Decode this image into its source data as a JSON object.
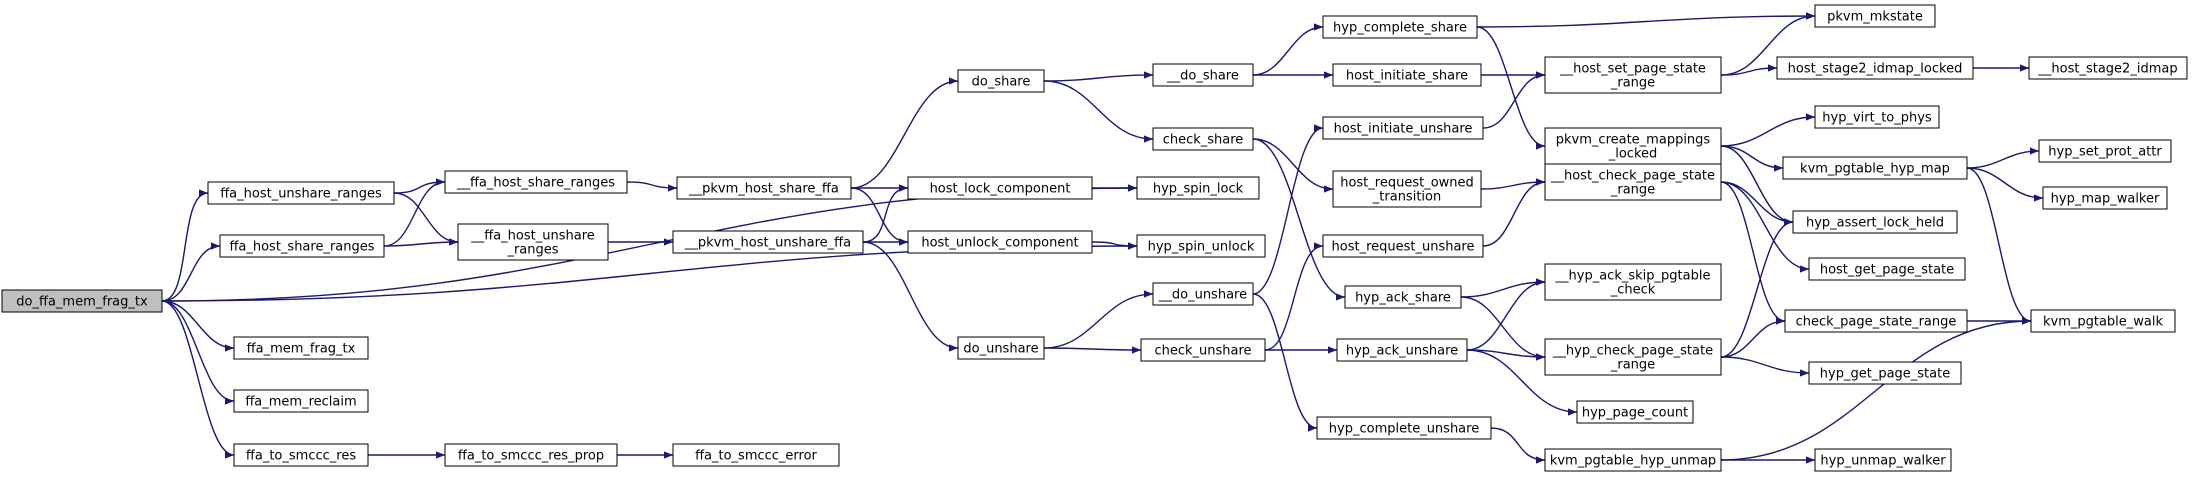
{
  "colors": {
    "edge": "#191970",
    "node_border": "#000000",
    "node_fill": "#ffffff",
    "root_fill": "#bfbfbf",
    "truncated_border": "#ff0000"
  },
  "nodes": [
    {
      "id": "root",
      "lines": [
        "do_ffa_mem_frag_tx"
      ],
      "style": "root"
    },
    {
      "id": "ffa_host_unshare_ranges",
      "lines": [
        "ffa_host_unshare_ranges"
      ]
    },
    {
      "id": "ffa_host_share_ranges",
      "lines": [
        "ffa_host_share_ranges"
      ]
    },
    {
      "id": "ffa_mem_frag_tx",
      "lines": [
        "ffa_mem_frag_tx"
      ]
    },
    {
      "id": "ffa_mem_reclaim",
      "lines": [
        "ffa_mem_reclaim"
      ]
    },
    {
      "id": "ffa_to_smccc_res",
      "lines": [
        "ffa_to_smccc_res"
      ]
    },
    {
      "id": "__ffa_host_share_ranges",
      "lines": [
        "__ffa_host_share_ranges"
      ]
    },
    {
      "id": "__ffa_host_unshare_ranges",
      "lines": [
        "__ffa_host_unshare",
        "_ranges"
      ]
    },
    {
      "id": "ffa_to_smccc_res_prop",
      "lines": [
        "ffa_to_smccc_res_prop"
      ]
    },
    {
      "id": "ffa_to_smccc_error",
      "lines": [
        "ffa_to_smccc_error"
      ]
    },
    {
      "id": "__pkvm_host_share_ffa",
      "lines": [
        "__pkvm_host_share_ffa"
      ]
    },
    {
      "id": "__pkvm_host_unshare_ffa",
      "lines": [
        "__pkvm_host_unshare_ffa"
      ]
    },
    {
      "id": "do_share",
      "lines": [
        "do_share"
      ]
    },
    {
      "id": "host_lock_component",
      "lines": [
        "host_lock_component"
      ]
    },
    {
      "id": "host_unlock_component",
      "lines": [
        "host_unlock_component"
      ]
    },
    {
      "id": "do_unshare",
      "lines": [
        "do_unshare"
      ]
    },
    {
      "id": "__do_share",
      "lines": [
        "__do_share"
      ]
    },
    {
      "id": "check_share",
      "lines": [
        "check_share"
      ]
    },
    {
      "id": "hyp_spin_lock",
      "lines": [
        "hyp_spin_lock"
      ]
    },
    {
      "id": "hyp_spin_unlock",
      "lines": [
        "hyp_spin_unlock"
      ]
    },
    {
      "id": "__do_unshare",
      "lines": [
        "__do_unshare"
      ]
    },
    {
      "id": "check_unshare",
      "lines": [
        "check_unshare"
      ]
    },
    {
      "id": "hyp_complete_share",
      "lines": [
        "hyp_complete_share"
      ]
    },
    {
      "id": "host_initiate_share",
      "lines": [
        "host_initiate_share"
      ]
    },
    {
      "id": "host_initiate_unshare",
      "lines": [
        "host_initiate_unshare"
      ]
    },
    {
      "id": "host_request_owned_transition",
      "lines": [
        "host_request_owned",
        "_transition"
      ]
    },
    {
      "id": "host_request_unshare",
      "lines": [
        "host_request_unshare"
      ]
    },
    {
      "id": "hyp_ack_share",
      "lines": [
        "hyp_ack_share"
      ]
    },
    {
      "id": "hyp_ack_unshare",
      "lines": [
        "hyp_ack_unshare"
      ]
    },
    {
      "id": "hyp_complete_unshare",
      "lines": [
        "hyp_complete_unshare"
      ]
    },
    {
      "id": "__host_set_page_state_range",
      "lines": [
        "__host_set_page_state",
        "_range"
      ]
    },
    {
      "id": "pkvm_create_mappings_locked",
      "lines": [
        "pkvm_create_mappings",
        "_locked"
      ]
    },
    {
      "id": "__host_check_page_state_range",
      "lines": [
        "__host_check_page_state",
        "_range"
      ]
    },
    {
      "id": "__hyp_ack_skip_pgtable_check",
      "lines": [
        "__hyp_ack_skip_pgtable",
        "_check"
      ]
    },
    {
      "id": "__hyp_check_page_state_range",
      "lines": [
        "__hyp_check_page_state",
        "_range"
      ]
    },
    {
      "id": "hyp_page_count",
      "lines": [
        "hyp_page_count"
      ]
    },
    {
      "id": "kvm_pgtable_hyp_unmap",
      "lines": [
        "kvm_pgtable_hyp_unmap"
      ]
    },
    {
      "id": "pkvm_mkstate",
      "lines": [
        "pkvm_mkstate"
      ]
    },
    {
      "id": "host_stage2_idmap_locked",
      "lines": [
        "host_stage2_idmap_locked"
      ]
    },
    {
      "id": "hyp_virt_to_phys",
      "lines": [
        "hyp_virt_to_phys"
      ]
    },
    {
      "id": "kvm_pgtable_hyp_map",
      "lines": [
        "kvm_pgtable_hyp_map"
      ]
    },
    {
      "id": "hyp_assert_lock_held",
      "lines": [
        "hyp_assert_lock_held"
      ]
    },
    {
      "id": "host_get_page_state",
      "lines": [
        "host_get_page_state"
      ]
    },
    {
      "id": "check_page_state_range",
      "lines": [
        "check_page_state_range"
      ],
      "style": "truncated"
    },
    {
      "id": "hyp_get_page_state",
      "lines": [
        "hyp_get_page_state"
      ]
    },
    {
      "id": "hyp_unmap_walker",
      "lines": [
        "hyp_unmap_walker"
      ],
      "style": "truncated"
    },
    {
      "id": "__host_stage2_idmap",
      "lines": [
        "__host_stage2_idmap"
      ],
      "style": "truncated"
    },
    {
      "id": "hyp_set_prot_attr",
      "lines": [
        "hyp_set_prot_attr"
      ]
    },
    {
      "id": "hyp_map_walker",
      "lines": [
        "hyp_map_walker"
      ],
      "style": "truncated"
    },
    {
      "id": "kvm_pgtable_walk",
      "lines": [
        "kvm_pgtable_walk"
      ],
      "style": "truncated"
    }
  ],
  "edges": [
    [
      "root",
      "ffa_host_unshare_ranges"
    ],
    [
      "root",
      "ffa_host_share_ranges"
    ],
    [
      "root",
      "ffa_mem_frag_tx"
    ],
    [
      "root",
      "ffa_mem_reclaim"
    ],
    [
      "root",
      "ffa_to_smccc_res"
    ],
    [
      "root",
      "hyp_spin_lock"
    ],
    [
      "root",
      "hyp_spin_unlock"
    ],
    [
      "ffa_host_unshare_ranges",
      "__ffa_host_share_ranges"
    ],
    [
      "ffa_host_unshare_ranges",
      "__ffa_host_unshare_ranges"
    ],
    [
      "ffa_host_share_ranges",
      "__ffa_host_share_ranges"
    ],
    [
      "ffa_host_share_ranges",
      "__ffa_host_unshare_ranges"
    ],
    [
      "ffa_to_smccc_res",
      "ffa_to_smccc_res_prop"
    ],
    [
      "ffa_to_smccc_res_prop",
      "ffa_to_smccc_error"
    ],
    [
      "__ffa_host_share_ranges",
      "__pkvm_host_share_ffa"
    ],
    [
      "__ffa_host_unshare_ranges",
      "__pkvm_host_unshare_ffa"
    ],
    [
      "__pkvm_host_share_ffa",
      "do_share"
    ],
    [
      "__pkvm_host_share_ffa",
      "host_lock_component"
    ],
    [
      "__pkvm_host_share_ffa",
      "host_unlock_component"
    ],
    [
      "__pkvm_host_unshare_ffa",
      "host_lock_component"
    ],
    [
      "__pkvm_host_unshare_ffa",
      "host_unlock_component"
    ],
    [
      "__pkvm_host_unshare_ffa",
      "do_unshare"
    ],
    [
      "host_lock_component",
      "hyp_spin_lock"
    ],
    [
      "host_unlock_component",
      "hyp_spin_unlock"
    ],
    [
      "do_share",
      "__do_share"
    ],
    [
      "do_share",
      "check_share"
    ],
    [
      "do_unshare",
      "__do_unshare"
    ],
    [
      "do_unshare",
      "check_unshare"
    ],
    [
      "__do_share",
      "hyp_complete_share"
    ],
    [
      "__do_share",
      "host_initiate_share"
    ],
    [
      "check_share",
      "host_request_owned_transition"
    ],
    [
      "check_share",
      "hyp_ack_share"
    ],
    [
      "__do_unshare",
      "host_initiate_unshare"
    ],
    [
      "__do_unshare",
      "hyp_complete_unshare"
    ],
    [
      "check_unshare",
      "host_request_unshare"
    ],
    [
      "check_unshare",
      "hyp_ack_unshare"
    ],
    [
      "hyp_complete_share",
      "pkvm_mkstate"
    ],
    [
      "hyp_complete_share",
      "pkvm_create_mappings_locked"
    ],
    [
      "host_initiate_share",
      "__host_set_page_state_range"
    ],
    [
      "host_initiate_unshare",
      "__host_set_page_state_range"
    ],
    [
      "host_request_owned_transition",
      "__host_check_page_state_range"
    ],
    [
      "host_request_unshare",
      "__host_check_page_state_range"
    ],
    [
      "hyp_ack_share",
      "__hyp_ack_skip_pgtable_check"
    ],
    [
      "hyp_ack_share",
      "__hyp_check_page_state_range"
    ],
    [
      "hyp_ack_unshare",
      "__hyp_ack_skip_pgtable_check"
    ],
    [
      "hyp_ack_unshare",
      "__hyp_check_page_state_range"
    ],
    [
      "hyp_ack_unshare",
      "hyp_page_count"
    ],
    [
      "hyp_complete_unshare",
      "kvm_pgtable_hyp_unmap"
    ],
    [
      "__host_set_page_state_range",
      "pkvm_mkstate"
    ],
    [
      "__host_set_page_state_range",
      "host_stage2_idmap_locked"
    ],
    [
      "host_stage2_idmap_locked",
      "__host_stage2_idmap"
    ],
    [
      "pkvm_create_mappings_locked",
      "hyp_virt_to_phys"
    ],
    [
      "pkvm_create_mappings_locked",
      "kvm_pgtable_hyp_map"
    ],
    [
      "pkvm_create_mappings_locked",
      "hyp_assert_lock_held"
    ],
    [
      "__host_check_page_state_range",
      "hyp_assert_lock_held"
    ],
    [
      "__host_check_page_state_range",
      "host_get_page_state"
    ],
    [
      "__host_check_page_state_range",
      "check_page_state_range"
    ],
    [
      "__hyp_check_page_state_range",
      "hyp_assert_lock_held"
    ],
    [
      "__hyp_check_page_state_range",
      "check_page_state_range"
    ],
    [
      "__hyp_check_page_state_range",
      "hyp_get_page_state"
    ],
    [
      "kvm_pgtable_hyp_unmap",
      "hyp_unmap_walker"
    ],
    [
      "kvm_pgtable_hyp_unmap",
      "kvm_pgtable_walk"
    ],
    [
      "kvm_pgtable_hyp_map",
      "hyp_set_prot_attr"
    ],
    [
      "kvm_pgtable_hyp_map",
      "hyp_map_walker"
    ],
    [
      "kvm_pgtable_hyp_map",
      "kvm_pgtable_walk"
    ],
    [
      "check_page_state_range",
      "kvm_pgtable_walk"
    ]
  ]
}
